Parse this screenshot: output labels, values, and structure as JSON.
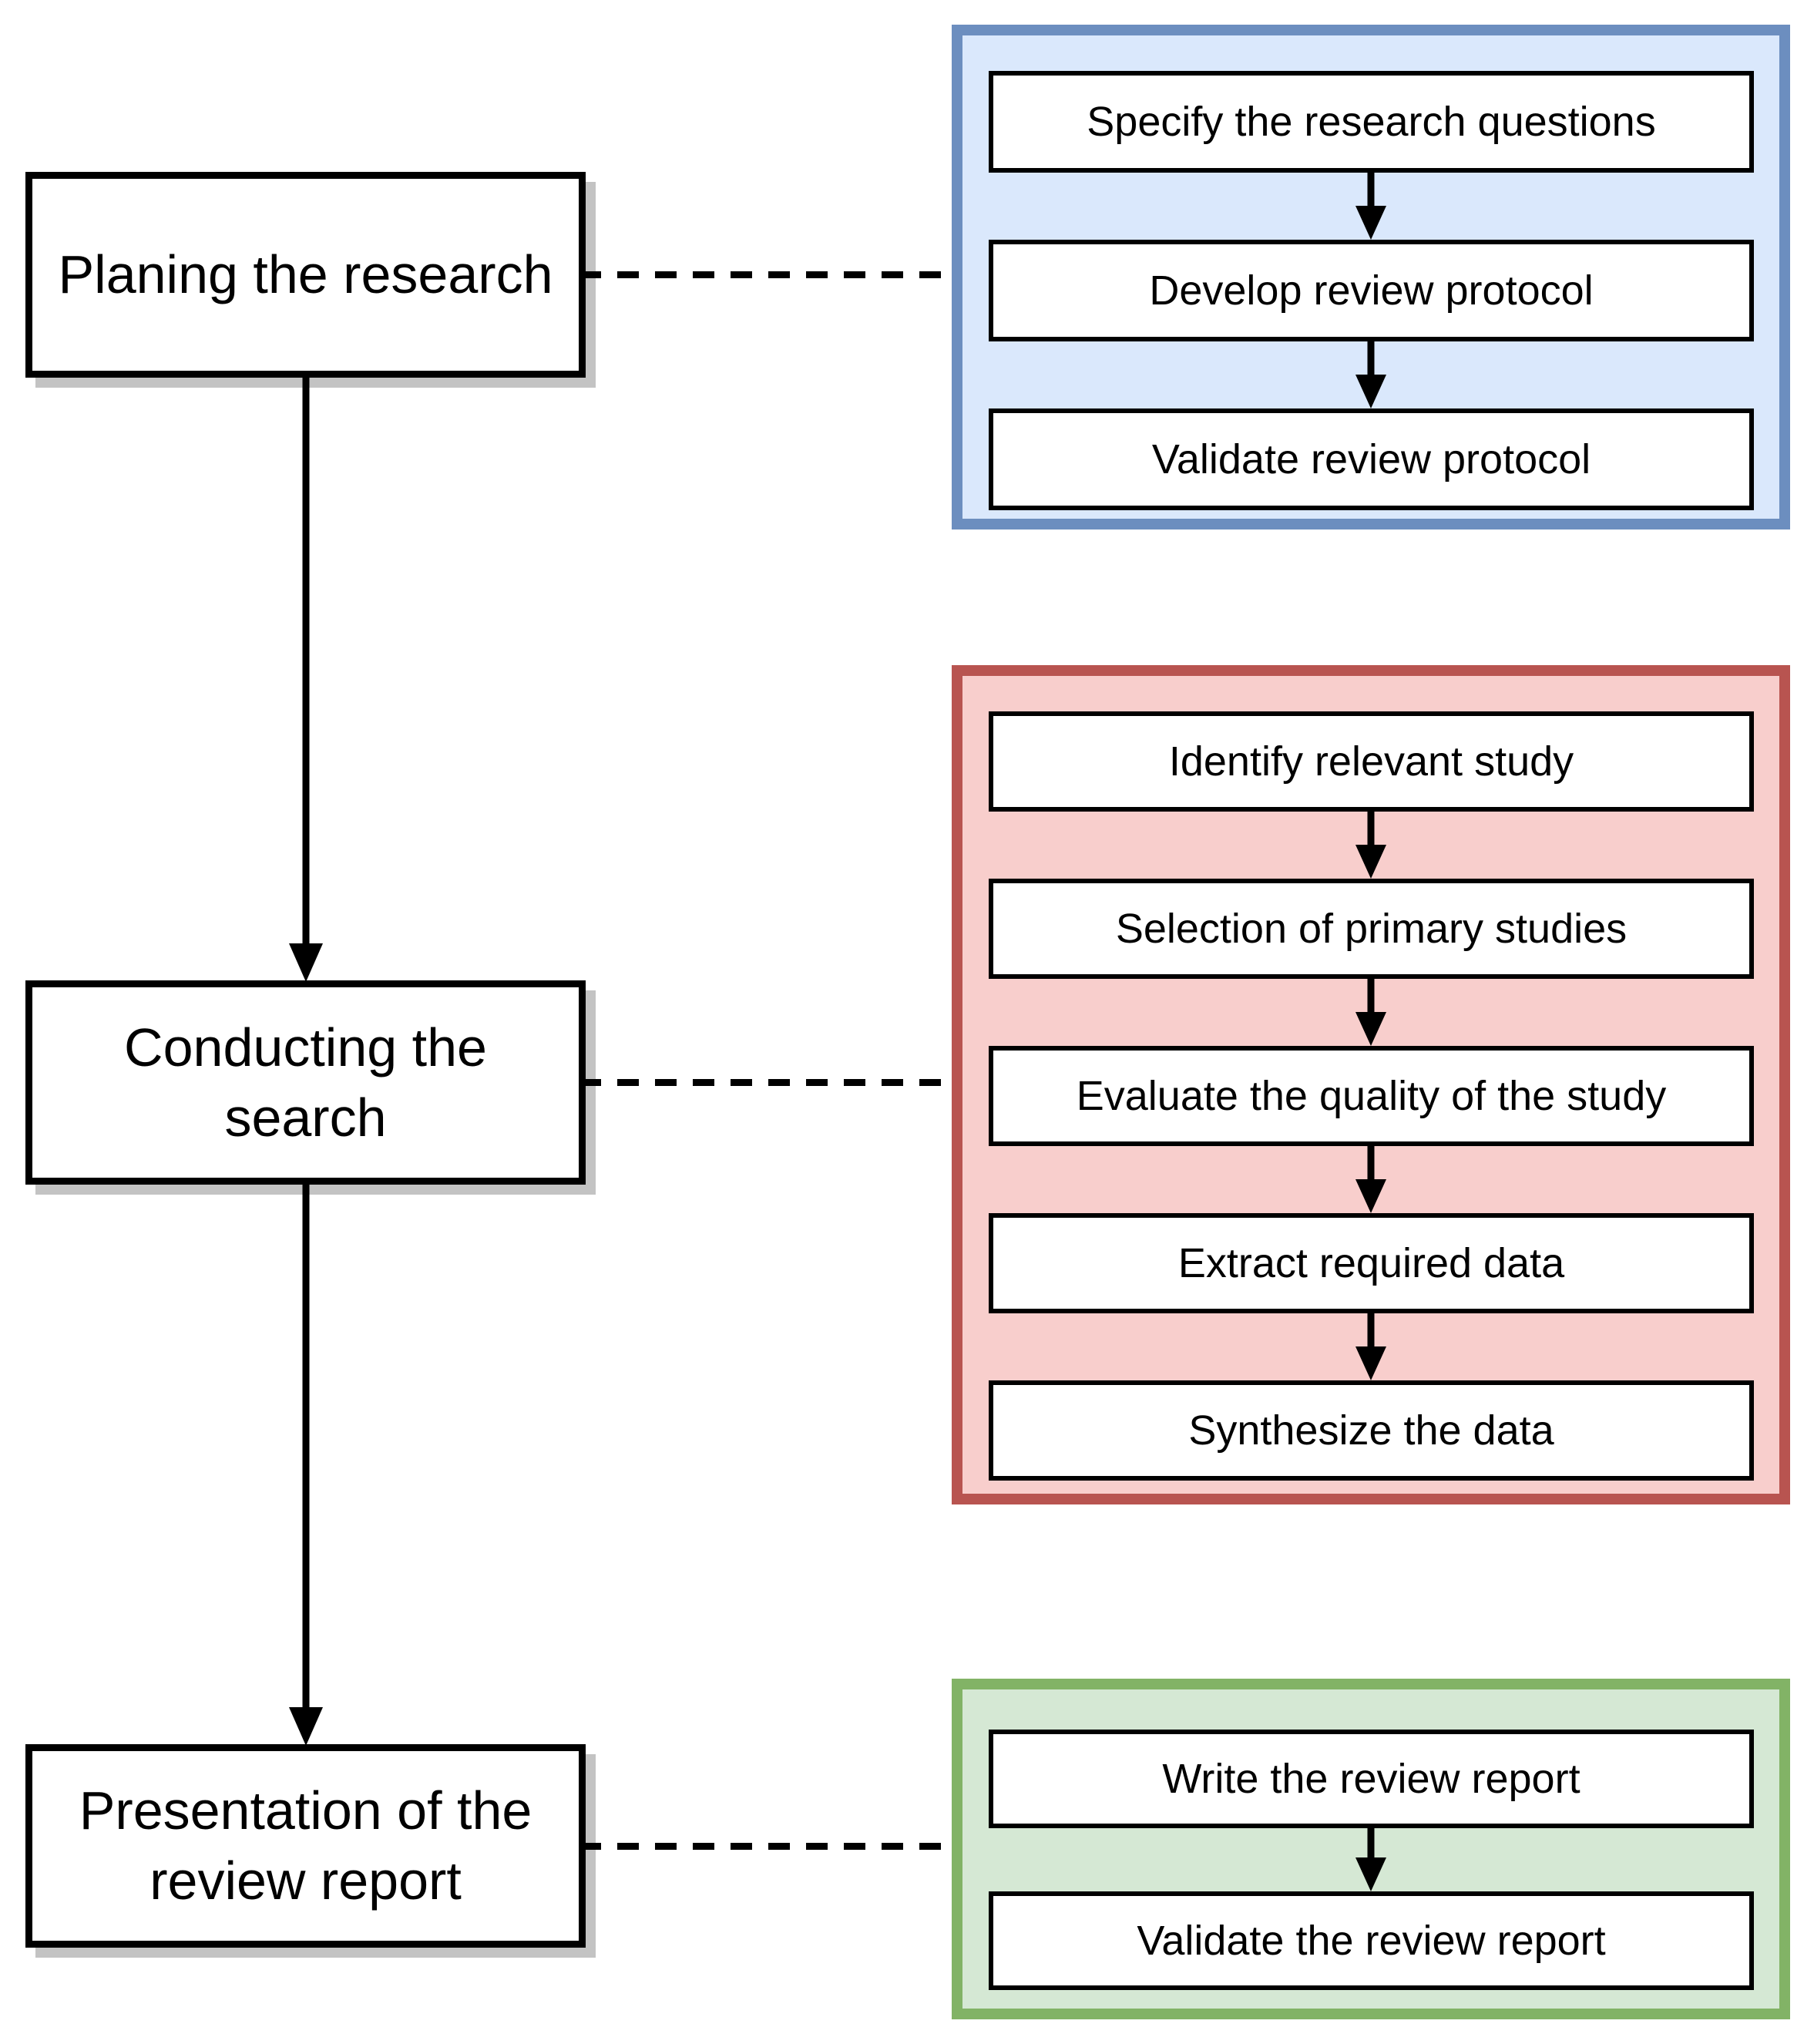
{
  "diagram": {
    "phases": [
      {
        "label": "Planing the research"
      },
      {
        "label": "Conducting the search"
      },
      {
        "label": "Presentation of the review report"
      }
    ],
    "groups": [
      {
        "name": "planning-steps",
        "border_color": "#6c8ebf",
        "fill_color": "#dae8fc",
        "steps": [
          "Specify the research questions",
          "Develop review protocol",
          "Validate review protocol"
        ]
      },
      {
        "name": "conducting-steps",
        "border_color": "#b85450",
        "fill_color": "#f8cecc",
        "steps": [
          "Identify relevant study",
          "Selection of primary studies",
          "Evaluate the quality of the study",
          "Extract required data",
          "Synthesize the data"
        ]
      },
      {
        "name": "reporting-steps",
        "border_color": "#82b366",
        "fill_color": "#d5e8d4",
        "steps": [
          "Write the review report",
          "Validate the review report"
        ]
      }
    ],
    "colors": {
      "node_border": "#000000",
      "node_fill": "#ffffff",
      "shadow": "#c3c3c3"
    }
  }
}
